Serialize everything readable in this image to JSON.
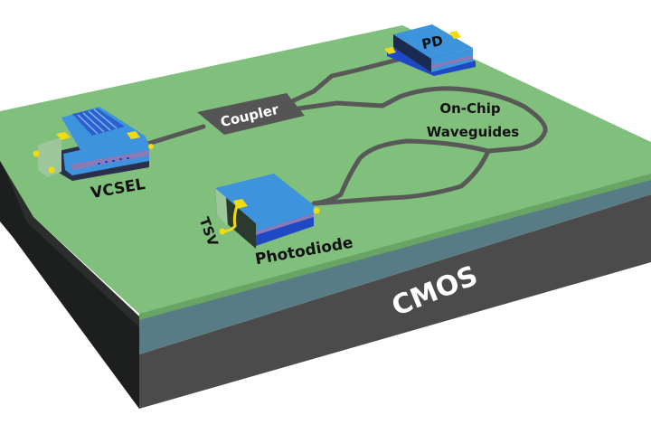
{
  "labels": {
    "vcsel": "VCSEL",
    "coupler": "Coupler",
    "pd": "PD",
    "waveguides_line1": "On-Chip",
    "waveguides_line2": "Waveguides",
    "tsv": "TSV",
    "photodiode": "Photodiode",
    "cmos": "CMOS"
  },
  "colors": {
    "top_layer": "#80bf7c",
    "middle_layer": "#577c86",
    "cmos_layer": "#4b4b4b",
    "waveguide": "#585858",
    "device_blue": "#3d93dc",
    "device_dark_blue": "#1f48c4",
    "contact_yellow": "#f2da10"
  }
}
